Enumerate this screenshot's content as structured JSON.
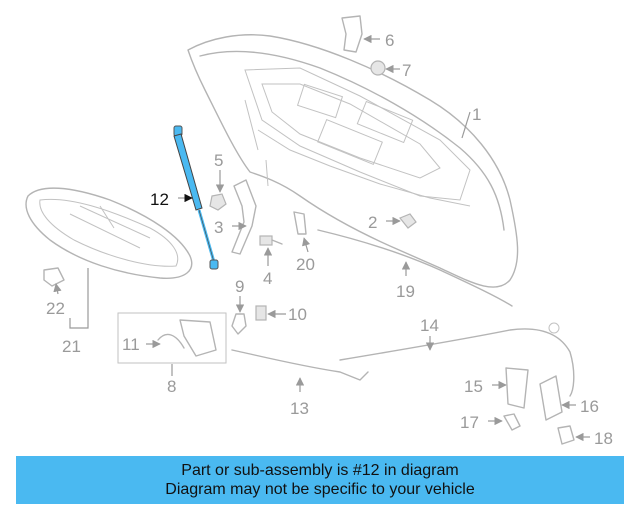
{
  "callouts": {
    "c1": "1",
    "c2": "2",
    "c3": "3",
    "c4": "4",
    "c5": "5",
    "c6": "6",
    "c7": "7",
    "c8": "8",
    "c9": "9",
    "c10": "10",
    "c11": "11",
    "c12": "12",
    "c13": "13",
    "c14": "14",
    "c15": "15",
    "c16": "16",
    "c17": "17",
    "c18": "18",
    "c19": "19",
    "c20": "20",
    "c21": "21",
    "c22": "22"
  },
  "highlight": {
    "part": "12",
    "color": "#4ab9f1"
  },
  "banner": {
    "line1": "Part or sub-assembly is #12 in diagram",
    "line2": "Diagram may not be specific to your vehicle",
    "background": "#4ab9f1"
  }
}
